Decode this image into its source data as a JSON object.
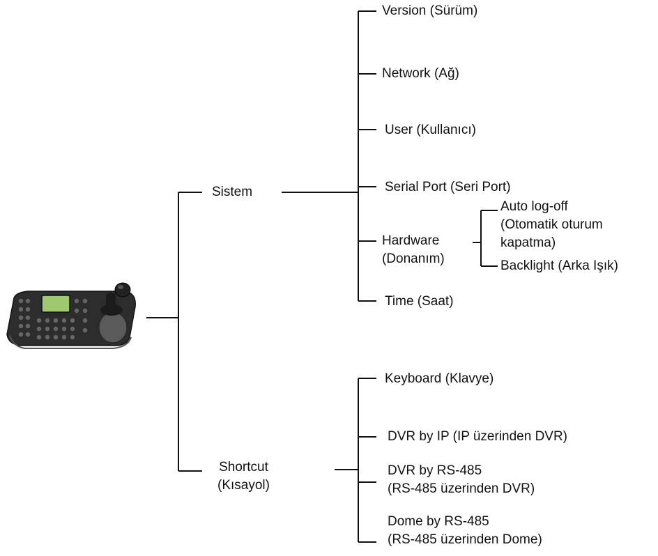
{
  "root": {
    "device": "keyboard-controller-image"
  },
  "sistem": {
    "label": "Sistem",
    "children": [
      {
        "label": "Version (Sürüm)"
      },
      {
        "label": "Network (Ağ)"
      },
      {
        "label": "User (Kullanıcı)"
      },
      {
        "label": "Serial Port (Seri Port)"
      },
      {
        "label_line1": "Hardware",
        "label_line2": "(Donanım)",
        "children": [
          {
            "line1": "Auto log-off",
            "line2": "(Otomatik oturum",
            "line3": "kapatma)"
          },
          {
            "label": "Backlight (Arka Işık)"
          }
        ]
      },
      {
        "label": "Time (Saat)"
      }
    ]
  },
  "shortcut": {
    "label_line1": "Shortcut",
    "label_line2": "(Kısayol)",
    "children": [
      {
        "label": "Keyboard (Klavye)"
      },
      {
        "label": "DVR by IP (IP üzerinden DVR)"
      },
      {
        "line1": "DVR by RS-485",
        "line2": "(RS-485 üzerinden DVR)"
      },
      {
        "line1": "Dome by RS-485",
        "line2": "(RS-485 üzerinden Dome)"
      }
    ]
  }
}
